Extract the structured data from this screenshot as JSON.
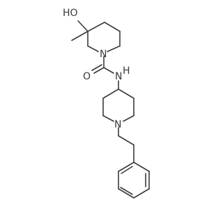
{
  "molecule": {
    "atom_labels": {
      "hydroxyl": "HO",
      "piperidine_n": "N",
      "carbonyl_o": "O",
      "amide_n": "N",
      "amide_h": "H",
      "piperidine2_n": "N"
    },
    "colors": {
      "bond": "#3a3a3a",
      "label": "#3a3a3a",
      "background": "#ffffff"
    }
  }
}
